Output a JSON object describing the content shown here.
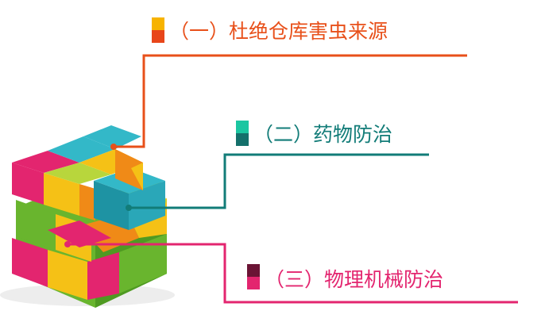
{
  "items": [
    {
      "label": "（一）杜绝仓库害虫来源",
      "color": "#e8501a",
      "marker_top": "#f7b300",
      "marker_bottom": "#e8461a"
    },
    {
      "label": "（二）药物防治",
      "color": "#127c78",
      "marker_top": "#1bc6a1",
      "marker_bottom": "#14706b"
    },
    {
      "label": "（三）物理机械防治",
      "color": "#e3256f",
      "marker_top": "#6b1435",
      "marker_bottom": "#e3256f"
    }
  ],
  "cube": {
    "colors": {
      "pink": "#e3256f",
      "yellow": "#f5c116",
      "orange": "#f08a17",
      "teal": "#33b8c8",
      "lime": "#b8d63c",
      "green": "#69b52e"
    }
  }
}
